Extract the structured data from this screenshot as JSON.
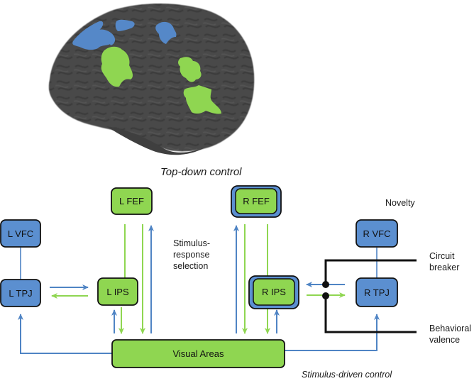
{
  "figure": {
    "brain_image": {
      "description": "Lateral view of cortical surface with highlighted regions",
      "surface_color": "#4a4a4a",
      "dorsal_regions_color": "#5588c8",
      "ventral_regions_color": "#8fd651"
    },
    "section_titles": {
      "top_down": "Top-down control",
      "stimulus_driven": "Stimulus-driven control"
    },
    "nodes": {
      "l_fef": "L FEF",
      "r_fef": "R FEF",
      "l_vfc": "L VFC",
      "r_vfc": "R VFC",
      "l_tpj": "L TPJ",
      "r_tpj": "R TPJ",
      "l_ips": "L IPS",
      "r_ips": "R IPS",
      "visual_areas": "Visual Areas"
    },
    "annotations": {
      "stimulus_response": [
        "Stimulus-",
        "response",
        "selection"
      ],
      "novelty": "Novelty",
      "circuit_breaker": [
        "Circuit",
        "breaker"
      ],
      "behavioral_valence": [
        "Behavioral",
        "valence"
      ]
    },
    "colors": {
      "blue_node": "#5b8fd0",
      "green_node": "#8fd651",
      "blue_arrow": "#4f84c4",
      "green_arrow": "#8fd651",
      "outline": "#111111",
      "control_line": "#111111"
    }
  }
}
